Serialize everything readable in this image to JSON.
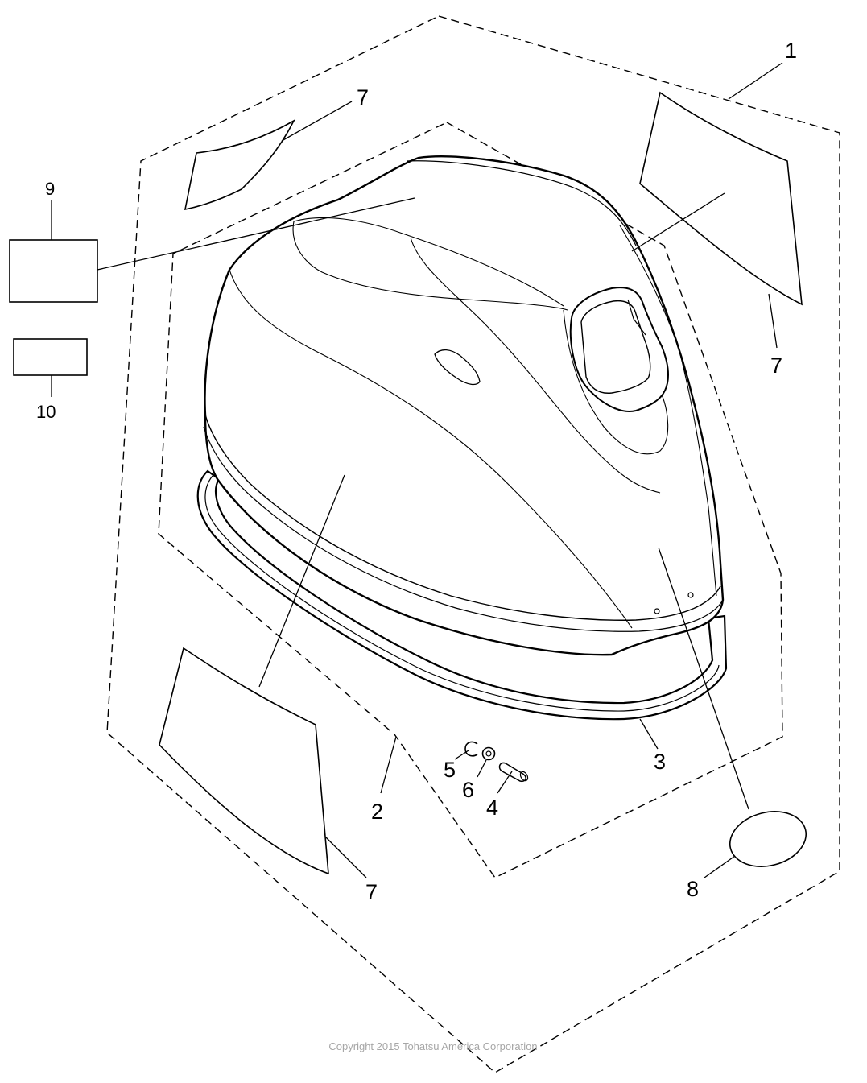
{
  "diagram": {
    "callouts": [
      {
        "id": "c1",
        "label": "1"
      },
      {
        "id": "c2",
        "label": "2"
      },
      {
        "id": "c3",
        "label": "3"
      },
      {
        "id": "c4",
        "label": "4"
      },
      {
        "id": "c5",
        "label": "5"
      },
      {
        "id": "c6",
        "label": "6"
      },
      {
        "id": "c7a",
        "label": "7"
      },
      {
        "id": "c7b",
        "label": "7"
      },
      {
        "id": "c7c",
        "label": "7"
      },
      {
        "id": "c8",
        "label": "8"
      },
      {
        "id": "c9",
        "label": "9"
      },
      {
        "id": "c10",
        "label": "10"
      }
    ],
    "copyright": "Copyright 2015 Tohatsu America Corporation"
  },
  "colors": {
    "line": "#000000",
    "copyright_text": "#a6a6a6",
    "background": "#ffffff"
  }
}
